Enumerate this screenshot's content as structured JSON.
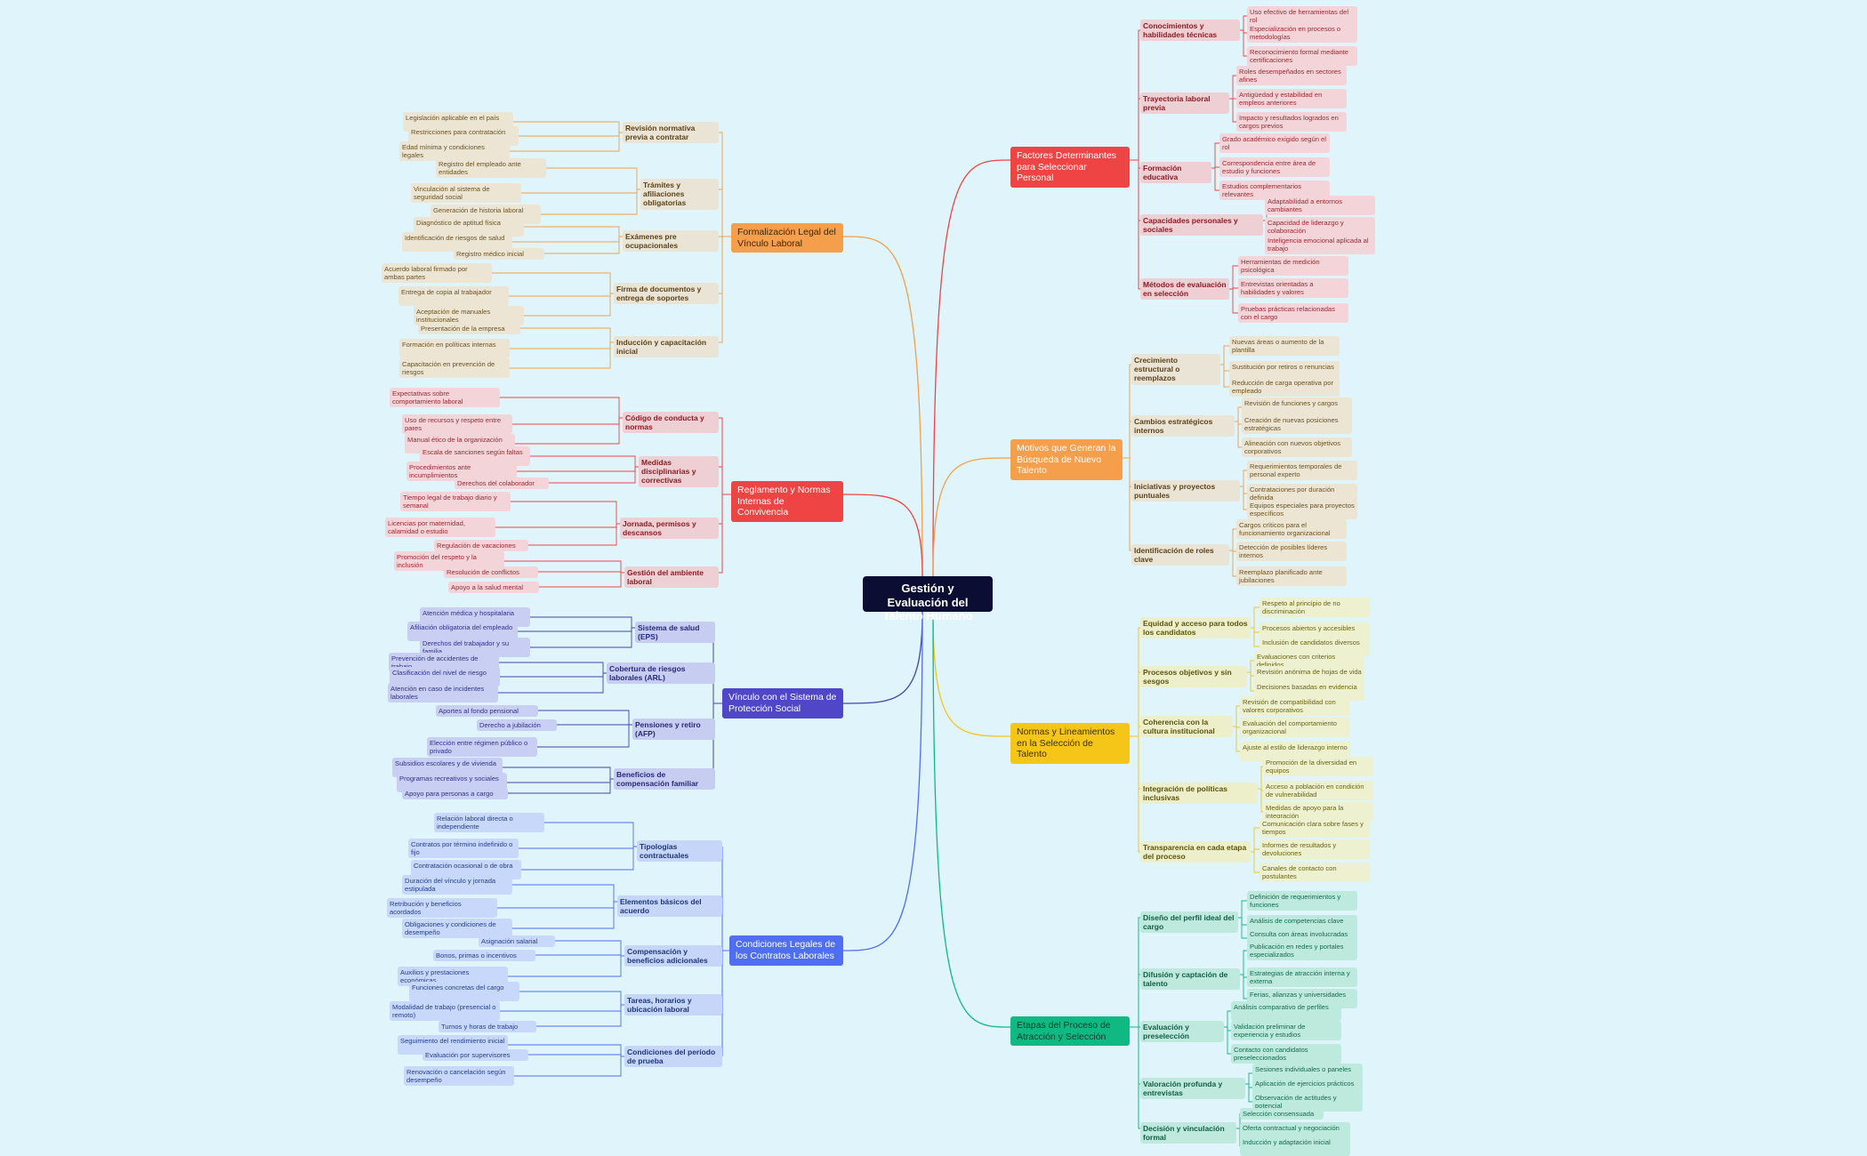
{
  "root": {
    "label": "Gestión y Evaluación del Talento Humano"
  },
  "branches": [
    {
      "id": "b0",
      "label": "Factores Determinantes para Seleccionar Personal",
      "color": "#ef4444",
      "bg": "#ef4444",
      "subbg": "#eecfd3",
      "leafbg": "#f2d4d9",
      "subtext": "#8a1c24",
      "leaftext": "#9b2a32",
      "subs": [
        {
          "label": "Conocimientos y habilidades técnicas",
          "leaves": [
            "Uso efectivo de herramientas del rol",
            "Especialización en procesos o metodologías",
            "Reconocimiento formal mediante certificaciones"
          ]
        },
        {
          "label": "Trayectoria laboral previa",
          "leaves": [
            "Roles desempeñados en sectores afines",
            "Antigüedad y estabilidad en empleos anteriores",
            "Impacto y resultados logrados en cargos previos"
          ]
        },
        {
          "label": "Formación educativa",
          "leaves": [
            "Grado académico exigido según el rol",
            "Correspondencia entre área de estudio y funciones",
            "Estudios complementarios relevantes"
          ]
        },
        {
          "label": "Capacidades personales y sociales",
          "leaves": [
            "Adaptabilidad a entornos cambiantes",
            "Capacidad de liderazgo y colaboración",
            "Inteligencia emocional aplicada al trabajo"
          ]
        },
        {
          "label": "Métodos de evaluación en selección",
          "leaves": [
            "Herramientas de medición psicológica",
            "Entrevistas orientadas a habilidades y valores",
            "Pruebas prácticas relacionadas con el cargo"
          ]
        }
      ]
    },
    {
      "id": "b1",
      "label": "Motivos que Generan la Búsqueda de Nuevo Talento",
      "color": "#f0a04b",
      "bg": "#f59e4b",
      "subbg": "#e9e4d6",
      "leafbg": "#ece5d4",
      "subtext": "#5c4318",
      "leaftext": "#6b5322",
      "subs": [
        {
          "label": "Crecimiento estructural o reemplazos",
          "leaves": [
            "Nuevas áreas o aumento de la plantilla",
            "Sustitución por retiros o renuncias",
            "Reducción de carga operativa por empleado"
          ]
        },
        {
          "label": "Cambios estratégicos internos",
          "leaves": [
            "Revisión de funciones y cargos",
            "Creación de nuevas posiciones estratégicas",
            "Alineación con nuevos objetivos corporativos"
          ]
        },
        {
          "label": "Iniciativas y proyectos puntuales",
          "leaves": [
            "Requerimientos temporales de personal experto",
            "Contrataciones por duración definida",
            "Equipos especiales para proyectos específicos"
          ]
        },
        {
          "label": "Identificación de roles clave",
          "leaves": [
            "Cargos críticos para el funcionamiento organizacional",
            "Detección de posibles líderes internos",
            "Reemplazo planificado ante jubilaciones"
          ]
        }
      ]
    },
    {
      "id": "b2",
      "label": "Normas y Lineamientos en la Selección de Talento",
      "color": "#f5c518",
      "bg": "#f5c518",
      "subbg": "#ecefc9",
      "leafbg": "#eef1cf",
      "subtext": "#5b5410",
      "leaftext": "#6a6418",
      "branchtext": "#3a3200",
      "subs": [
        {
          "label": "Equidad y acceso para todos los candidatos",
          "leaves": [
            "Respeto al principio de no discriminación",
            "Procesos abiertos y accesibles",
            "Inclusión de candidatos diversos"
          ]
        },
        {
          "label": "Procesos objetivos y sin sesgos",
          "leaves": [
            "Evaluaciones con criterios definidos",
            "Revisión anónima de hojas de vida",
            "Decisiones basadas en evidencia"
          ]
        },
        {
          "label": "Coherencia con la cultura institucional",
          "leaves": [
            "Revisión de compatibilidad con valores corporativos",
            "Evaluación del comportamiento organizacional",
            "Ajuste al estilo de liderazgo interno"
          ]
        },
        {
          "label": "Integración de políticas inclusivas",
          "leaves": [
            "Promoción de la diversidad en equipos",
            "Acceso a población en condición de vulnerabilidad",
            "Medidas de apoyo para la integración"
          ]
        },
        {
          "label": "Transparencia en cada etapa del proceso",
          "leaves": [
            "Comunicación clara sobre fases y tiempos",
            "Informes de resultados y devoluciones",
            "Canales de contacto con postulantes"
          ]
        }
      ]
    },
    {
      "id": "b3",
      "label": "Etapas del Proceso de Atracción y Selección",
      "color": "#10b981",
      "bg": "#10b981",
      "subbg": "#bfe9dc",
      "leafbg": "#bdeadc",
      "subtext": "#0f5e45",
      "leaftext": "#146a4f",
      "branchtext": "#043d2a",
      "subs": [
        {
          "label": "Diseño del perfil ideal del cargo",
          "leaves": [
            "Definición de requerimientos y funciones",
            "Análisis de competencias clave",
            "Consulta con áreas involucradas"
          ]
        },
        {
          "label": "Difusión y captación de talento",
          "leaves": [
            "Publicación en redes y portales especializados",
            "Estrategias de atracción interna y externa",
            "Ferias, alianzas y universidades"
          ]
        },
        {
          "label": "Evaluación y preselección",
          "leaves": [
            "Análisis comparativo de perfiles",
            "Validación preliminar de experiencia y estudios",
            "Contacto con candidatos preseleccionados"
          ]
        },
        {
          "label": "Valoración profunda y entrevistas",
          "leaves": [
            "Sesiones individuales o paneles",
            "Aplicación de ejercicios prácticos",
            "Observación de actitudes y potencial"
          ]
        },
        {
          "label": "Decisión y vinculación formal",
          "leaves": [
            "Selección consensuada",
            "Oferta contractual y negociación",
            "Inducción y adaptación inicial"
          ]
        }
      ]
    },
    {
      "id": "b4",
      "label": "Formalización Legal del Vínculo Laboral",
      "color": "#f0a04b",
      "bg": "#f59e4b",
      "subbg": "#e9e4d6",
      "leafbg": "#ece5d4",
      "subtext": "#5c4318",
      "leaftext": "#6b5322",
      "branchtext": "#3d2600",
      "subs": [
        {
          "label": "Revisión normativa previa a contratar",
          "leaves": [
            "Legislación aplicable en el país",
            "Restricciones para contratación",
            "Edad mínima y condiciones legales"
          ]
        },
        {
          "label": "Trámites y afiliaciones obligatorias",
          "leaves": [
            "Registro del empleado ante entidades",
            "Vinculación al sistema de seguridad social",
            "Generación de historia laboral"
          ]
        },
        {
          "label": "Exámenes pre ocupacionales",
          "leaves": [
            "Diagnóstico de aptitud física",
            "Identificación de riesgos de salud",
            "Registro médico inicial"
          ]
        },
        {
          "label": "Firma de documentos y entrega de soportes",
          "leaves": [
            "Acuerdo laboral firmado por ambas partes",
            "Entrega de copia al trabajador",
            "Aceptación de manuales institucionales"
          ]
        },
        {
          "label": "Inducción y capacitación inicial",
          "leaves": [
            "Presentación de la empresa",
            "Formación en políticas internas",
            "Capacitación en prevención de riesgos"
          ]
        }
      ]
    },
    {
      "id": "b5",
      "label": "Reglamento y Normas Internas de Convivencia",
      "color": "#ef4444",
      "bg": "#ef4444",
      "subbg": "#eecfd3",
      "leafbg": "#f2d4d9",
      "subtext": "#8a1c24",
      "leaftext": "#9b2a32",
      "subs": [
        {
          "label": "Código de conducta y normas",
          "leaves": [
            "Expectativas sobre comportamiento laboral",
            "Uso de recursos y respeto entre pares",
            "Manual ético de la organización"
          ]
        },
        {
          "label": "Medidas disciplinarias y correctivas",
          "leaves": [
            "Escala de sanciones según faltas",
            "Procedimientos ante incumplimientos",
            "Derechos del colaborador"
          ]
        },
        {
          "label": "Jornada, permisos y descansos",
          "leaves": [
            "Tiempo legal de trabajo diario y semanal",
            "Licencias por maternidad, calamidad o estudio",
            "Regulación de vacaciones"
          ]
        },
        {
          "label": "Gestión del ambiente laboral",
          "leaves": [
            "Promoción del respeto y la inclusión",
            "Resolución de conflictos",
            "Apoyo a la salud mental"
          ]
        }
      ]
    },
    {
      "id": "b6",
      "label": "Vínculo con el Sistema de Protección Social",
      "color": "#4345a8",
      "bg": "#4f46c8",
      "subbg": "#c7cdf0",
      "leafbg": "#c9cff2",
      "subtext": "#242a78",
      "leaftext": "#2e3485",
      "subs": [
        {
          "label": "Sistema de salud (EPS)",
          "leaves": [
            "Atención médica y hospitalaria",
            "Afiliación obligatoria del empleado",
            "Derechos del trabajador y su familia"
          ]
        },
        {
          "label": "Cobertura de riesgos laborales (ARL)",
          "leaves": [
            "Prevención de accidentes de trabajo",
            "Clasificación del nivel de riesgo",
            "Atención en caso de incidentes laborales"
          ]
        },
        {
          "label": "Pensiones y retiro (AFP)",
          "leaves": [
            "Aportes al fondo pensional",
            "Derecho a jubilación",
            "Elección entre régimen público o privado"
          ]
        },
        {
          "label": "Beneficios de compensación familiar",
          "leaves": [
            "Subsidios escolares y de vivienda",
            "Programas recreativos y sociales",
            "Apoyo para personas a cargo"
          ]
        }
      ]
    },
    {
      "id": "b7",
      "label": "Condiciones Legales de los Contratos Laborales",
      "color": "#4f6ef0",
      "bg": "#4f6ef0",
      "subbg": "#c6d6f8",
      "leafbg": "#c8d8fa",
      "subtext": "#1d3478",
      "leaftext": "#26408a",
      "subs": [
        {
          "label": "Tipologías contractuales",
          "leaves": [
            "Relación laboral directa o independiente",
            "Contratos por término indefinido o fijo",
            "Contratación ocasional o de obra"
          ]
        },
        {
          "label": "Elementos básicos del acuerdo",
          "leaves": [
            "Duración del vínculo y jornada estipulada",
            "Retribución y beneficios acordados",
            "Obligaciones y condiciones de desempeño"
          ]
        },
        {
          "label": "Compensación y beneficios adicionales",
          "leaves": [
            "Asignación salarial",
            "Bonos, primas o incentivos",
            "Auxilios y prestaciones económicas"
          ]
        },
        {
          "label": "Tareas, horarios y ubicación laboral",
          "leaves": [
            "Funciones concretas del cargo",
            "Modalidad de trabajo (presencial o remoto)",
            "Turnos y horas de trabajo"
          ]
        },
        {
          "label": "Condiciones del período de prueba",
          "leaves": [
            "Seguimiento del rendimiento inicial",
            "Evaluación por supervisores",
            "Renovación o cancelación según desempeño"
          ]
        }
      ]
    }
  ]
}
